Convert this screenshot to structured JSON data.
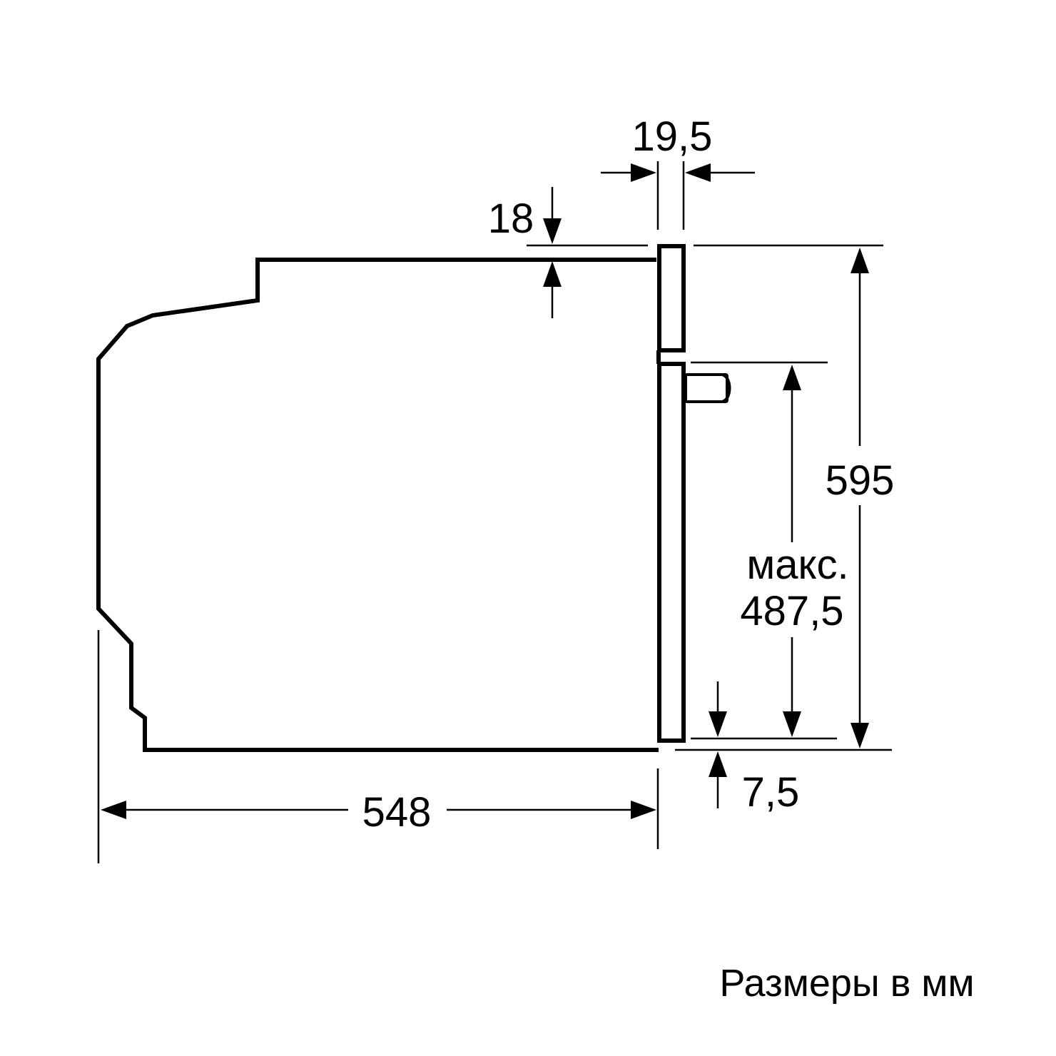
{
  "dimensions": {
    "gap_top": "19,5",
    "top_offset": "18",
    "height_total": "595",
    "max_label": "макс.",
    "max_value": "487,5",
    "bottom_offset": "7,5",
    "depth": "548"
  },
  "caption": "Размеры в мм",
  "colors": {
    "line": "#000000",
    "background": "#ffffff"
  }
}
